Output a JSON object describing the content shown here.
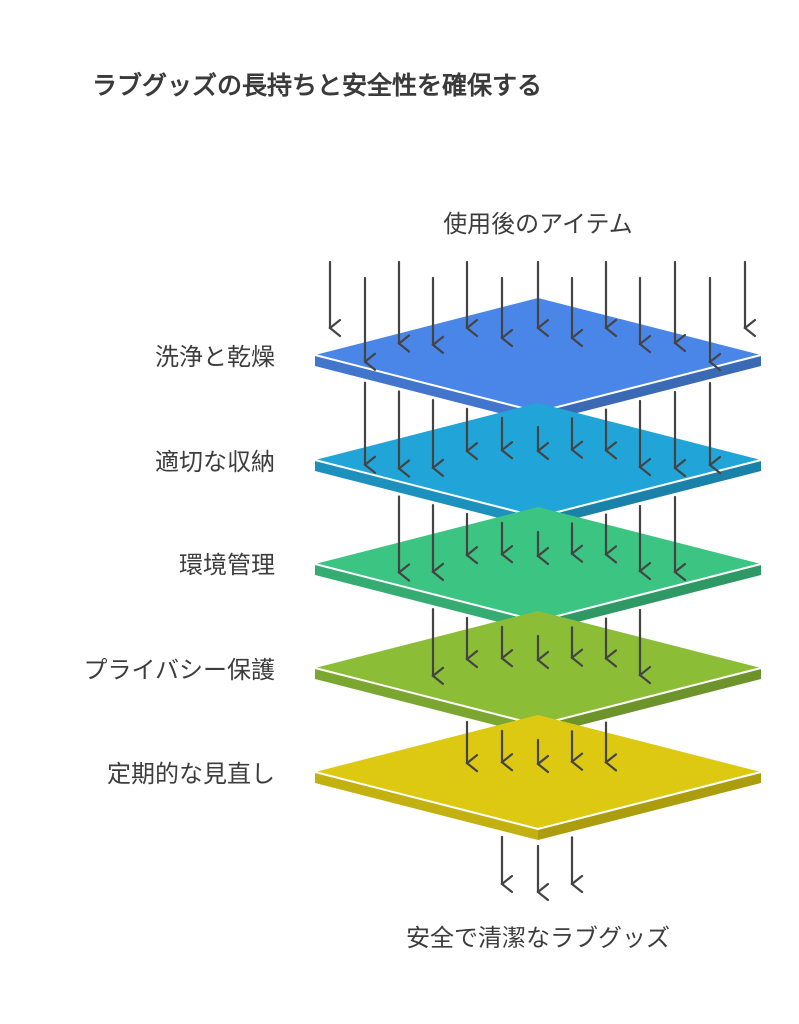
{
  "title": "ラブグッズの長持ちと安全性を確保する",
  "input_label": "使用後のアイテム",
  "output_label": "安全で清潔なラブグッズ",
  "layers": [
    {
      "label": "洗浄と乾燥",
      "color": "#4a86e8"
    },
    {
      "label": "適切な収納",
      "color": "#21a5d8"
    },
    {
      "label": "環境管理",
      "color": "#3cc482"
    },
    {
      "label": "プライバシー保護",
      "color": "#8cbd37"
    },
    {
      "label": "定期的な見直し",
      "color": "#ddc912"
    }
  ],
  "colors": {
    "arrow": "#444444",
    "text": "#3d3d3d",
    "layer_edge": "#ffffff"
  }
}
